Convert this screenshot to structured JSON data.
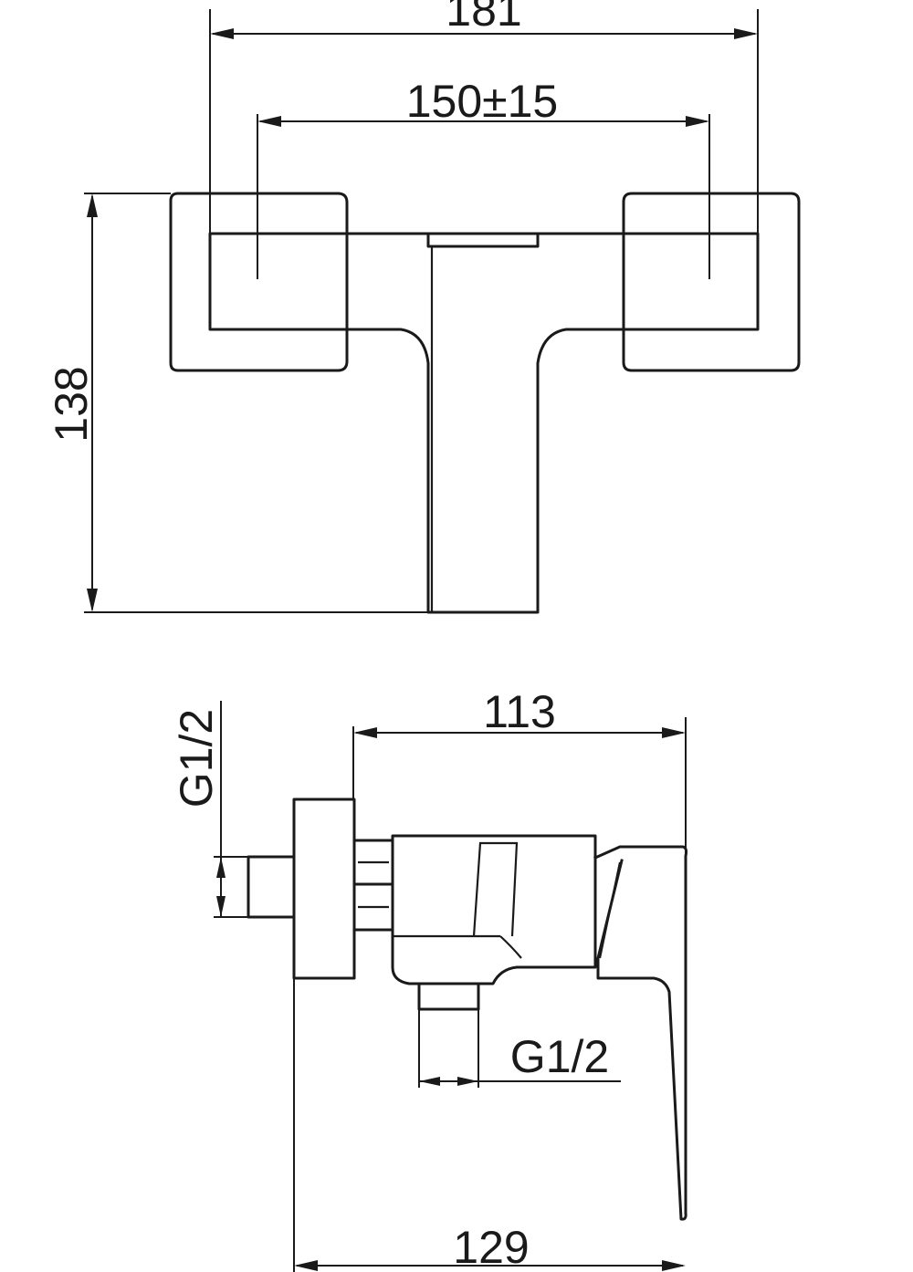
{
  "front_view": {
    "overall_width": "181",
    "centre_distance": "150±15",
    "height": "138"
  },
  "side_view": {
    "inlet_thread": "G1/2",
    "body_depth": "113",
    "outlet_thread": "G1/2",
    "total_depth": "129"
  }
}
